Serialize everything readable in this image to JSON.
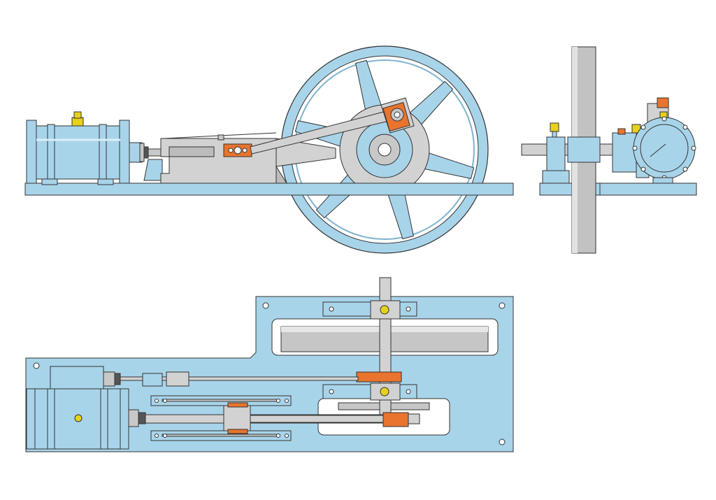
{
  "colors": {
    "background": "#ffffff",
    "steel_blue": "#a8d4ea",
    "steel_blue_dark": "#86bcd8",
    "outline": "#333333",
    "grey_metal": "#c8c8c8",
    "grey_dark": "#9a9a9a",
    "bronze_orange": "#e8742e",
    "brass_yellow": "#e6d21c",
    "white_cutout": "#ffffff"
  },
  "views": {
    "side_elevation": "engine-side-view",
    "end_elevation": "engine-end-view",
    "plan": "engine-plan-view"
  },
  "flywheel": {
    "spokes": 6
  },
  "icons": [
    "flywheel-icon",
    "cylinder-icon",
    "crosshead-icon",
    "bearing-icon",
    "oil-cup-icon",
    "baseplate-icon"
  ]
}
